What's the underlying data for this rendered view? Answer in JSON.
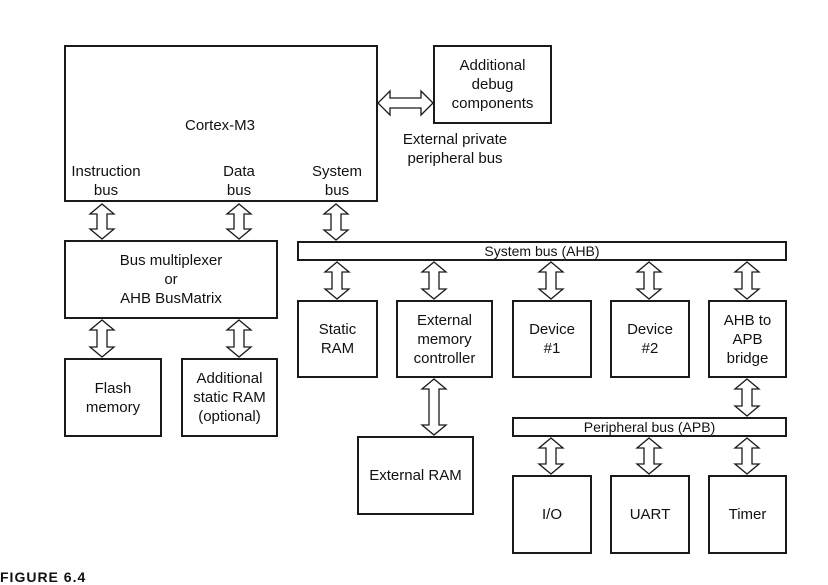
{
  "cpu": {
    "title": "Cortex-M3",
    "instruction_bus": "Instruction\nbus",
    "data_bus": "Data\nbus",
    "system_bus": "System\nbus"
  },
  "debug": {
    "box": "Additional\ndebug\ncomponents",
    "ppb_label": "External private\nperipheral bus"
  },
  "bus_mux": "Bus multiplexer\nor\nAHB BusMatrix",
  "flash": "Flash\nmemory",
  "sram_opt": "Additional\nstatic RAM\n(optional)",
  "system_bus_bar": "System bus (AHB)",
  "static_ram": "Static\nRAM",
  "ext_mem_ctrl": "External\nmemory\ncontroller",
  "device1": "Device\n#1",
  "device2": "Device\n#2",
  "ahb_apb": "AHB to\nAPB\nbridge",
  "external_ram": "External RAM",
  "apb_bar": "Peripheral bus (APB)",
  "io": "I/O",
  "uart": "UART",
  "timer": "Timer",
  "figure_caption": "FIGURE 6.4"
}
